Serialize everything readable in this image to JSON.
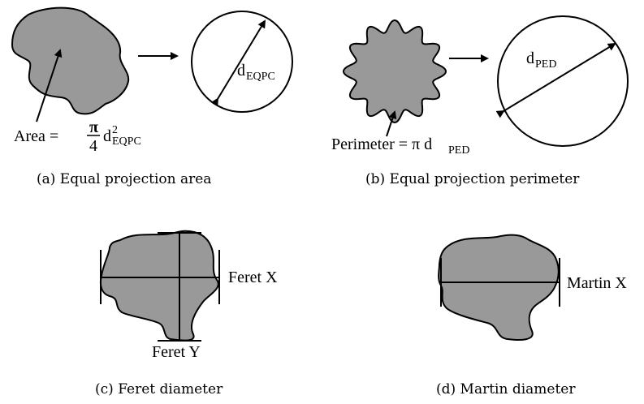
{
  "panel_a": {
    "area_lhs": "Area = ",
    "pi": "π",
    "four": "4",
    "d": "d",
    "sq": "2",
    "eqpc_sub": "EQPC",
    "circle_d": "d",
    "circle_sub": "EQPC",
    "caption": "(a) Equal projection area"
  },
  "panel_b": {
    "perimeter_lhs": "Perimeter = π d",
    "perimeter_sub": "PED",
    "circle_d": "d",
    "circle_sub": "PED",
    "caption": "(b) Equal projection perimeter"
  },
  "panel_c": {
    "feret_x": "Feret X",
    "feret_y": "Feret Y",
    "caption": "(c) Feret diameter"
  },
  "panel_d": {
    "martin_x": "Martin X",
    "caption": "(d) Martin diameter"
  },
  "colors": {
    "particle_fill": "#999999",
    "stroke": "#000000"
  }
}
